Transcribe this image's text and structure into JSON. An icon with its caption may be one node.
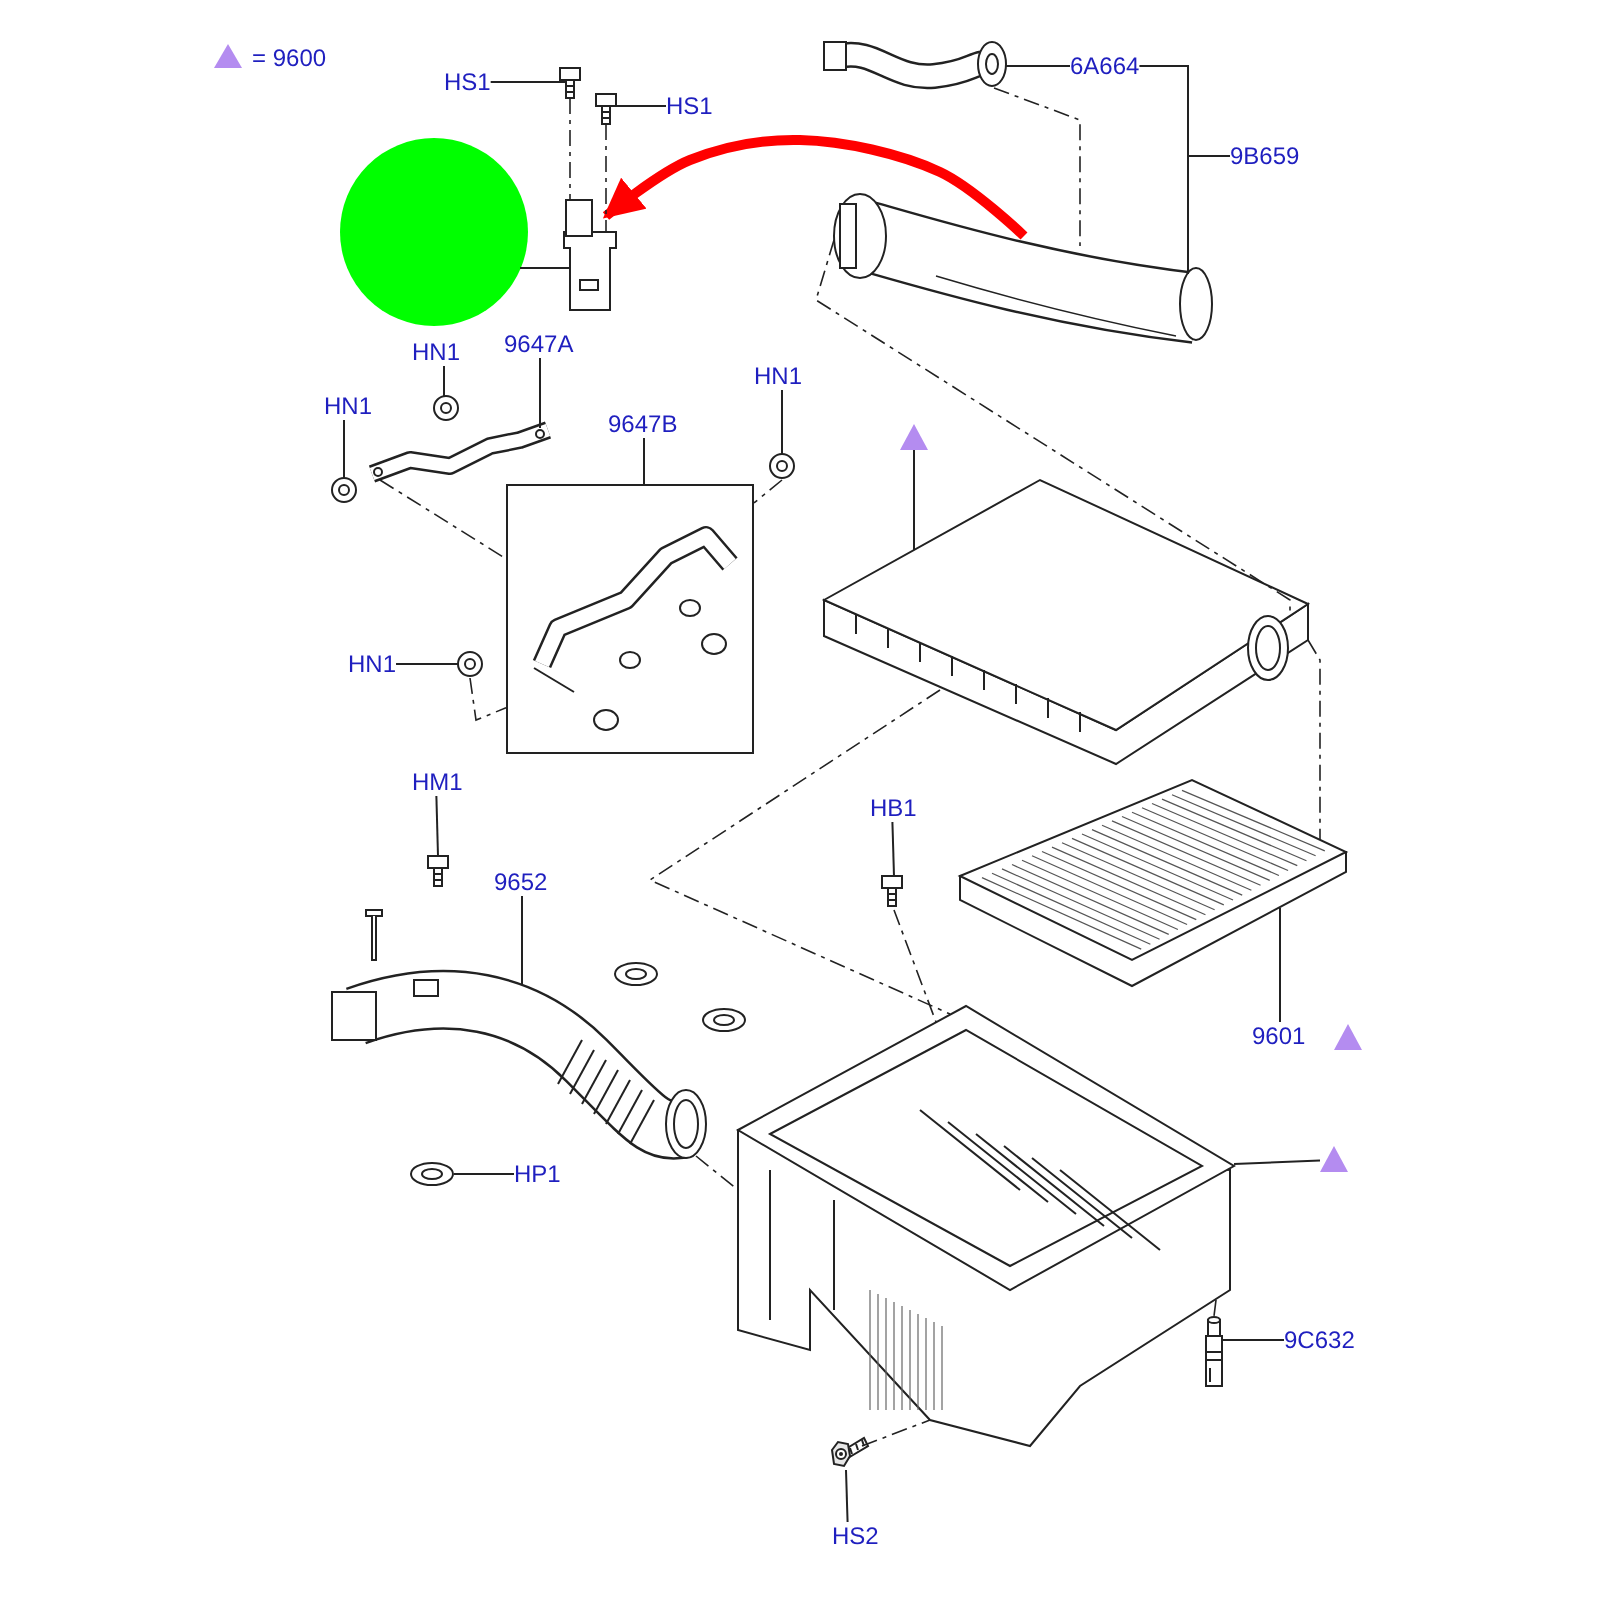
{
  "diagram": {
    "nodes": [
      {
        "text": [
          "HS1"
        ]
      },
      {
        "text": [
          "HS1"
        ]
      },
      {
        "text": [
          "6A664"
        ]
      },
      {
        "text": [
          "9B659"
        ]
      },
      {
        "text": [
          "HN1"
        ]
      },
      {
        "text": [
          "9647A"
        ]
      },
      {
        "text": [
          "HN1"
        ]
      },
      {
        "text": [
          "9647B"
        ]
      },
      {
        "text": [
          "HN1"
        ]
      },
      {
        "text": [
          "HN1"
        ]
      },
      {
        "text": [
          "HM1"
        ]
      },
      {
        "text": [
          "9652"
        ]
      },
      {
        "text": [
          "HB1"
        ]
      },
      {
        "text": [
          "9601"
        ]
      },
      {
        "text": [
          "HP1"
        ]
      },
      {
        "text": [
          "9C632"
        ]
      },
      {
        "text": [
          "HS2"
        ]
      },
      {
        "text": [],
        "shape": "circle"
      },
      {
        "text": [],
        "shape": "picture"
      },
      {
        "text": [],
        "shape": "picture"
      },
      {
        "text": [],
        "shape": "picture"
      },
      {
        "text": [],
        "shape": "picture"
      },
      {
        "text": [],
        "shape": "picture"
      },
      {
        "text": [],
        "shape": "picture"
      },
      {
        "text": [],
        "shape": "picture"
      },
      {
        "text": [],
        "shape": "picture"
      },
      {
        "text": [],
        "shape": "box"
      },
      {
        "text": [],
        "shape": "picture"
      },
      {
        "text": [],
        "shape": "picture"
      },
      {
        "text": [],
        "shape": "picture"
      },
      {
        "text": [],
        "shape": "triangle"
      },
      {
        "text": [],
        "shape": "picture"
      },
      {
        "text": [],
        "shape": "picture"
      },
      {
        "text": [],
        "shape": "picture"
      },
      {
        "text": [],
        "shape": "picture"
      },
      {
        "text": [],
        "shape": "picture"
      },
      {
        "text": [],
        "shape": "picture"
      },
      {
        "text": [],
        "shape": "picture"
      },
      {
        "text": [],
        "shape": "triangle"
      },
      {
        "text": [],
        "shape": "picture"
      },
      {
        "text": [],
        "shape": "picture"
      },
      {
        "text": [],
        "shape": "picture"
      },
      {
        "text": [],
        "shape": "picture"
      }
    ],
    "edges": [
      {
        "from": 0,
        "to": 19,
        "arrow": "none"
      },
      {
        "from": 1,
        "to": 20,
        "arrow": "none"
      },
      {
        "from": 2,
        "to": 21,
        "arrow": "none"
      },
      {
        "from": 3,
        "to": 22,
        "arrow": "none"
      },
      {
        "from": 4,
        "to": 24,
        "arrow": "none"
      },
      {
        "from": 5,
        "to": 23,
        "arrow": "none"
      },
      {
        "from": 6,
        "to": 25,
        "arrow": "none"
      },
      {
        "from": 7,
        "to": 26,
        "arrow": "none"
      },
      {
        "from": 8,
        "to": 27,
        "arrow": "none"
      },
      {
        "from": 9,
        "to": 28,
        "arrow": "none"
      },
      {
        "from": 10,
        "to": 31,
        "arrow": "none"
      },
      {
        "from": 11,
        "to": 32,
        "arrow": "none"
      },
      {
        "from": 12,
        "to": 33,
        "arrow": "none"
      },
      {
        "from": 13,
        "to": 34,
        "arrow": "none"
      },
      {
        "from": 14,
        "to": 36,
        "arrow": "none"
      },
      {
        "from": 15,
        "to": 39,
        "arrow": "none"
      },
      {
        "from": 16,
        "to": 40,
        "arrow": "none"
      },
      {
        "from": 30,
        "to": 29,
        "arrow": "none"
      },
      {
        "from": 38,
        "to": 37,
        "arrow": "none"
      },
      {
        "from": 17,
        "to": 18,
        "arrow": "none"
      },
      {
        "from": 22,
        "to": 18,
        "arrow": "to",
        "style": "thick",
        "color": "#ff0000"
      },
      {
        "from": 3,
        "to": 2,
        "arrow": "none"
      },
      {
        "from": 19,
        "to": 18,
        "arrow": "none",
        "style": "dashed"
      },
      {
        "from": 20,
        "to": 18,
        "arrow": "none",
        "style": "dashed"
      },
      {
        "from": 21,
        "to": 22,
        "arrow": "none",
        "style": "dashed"
      },
      {
        "from": 22,
        "to": 29,
        "arrow": "none",
        "style": "dashed"
      },
      {
        "from": 29,
        "to": 34,
        "arrow": "none",
        "style": "dashed"
      },
      {
        "from": 23,
        "to": 26,
        "arrow": "none",
        "style": "dashed"
      },
      {
        "from": 27,
        "to": 26,
        "arrow": "none",
        "style": "dashed"
      },
      {
        "from": 28,
        "to": 26,
        "arrow": "none",
        "style": "dashed"
      },
      {
        "from": 29,
        "to": 37,
        "arrow": "none",
        "style": "dashed"
      },
      {
        "from": 33,
        "to": 37,
        "arrow": "none",
        "style": "dashed"
      },
      {
        "from": 32,
        "to": 37,
        "arrow": "none",
        "style": "dashed"
      },
      {
        "from": 37,
        "to": 39,
        "arrow": "none",
        "style": "dashed"
      },
      {
        "from": 40,
        "to": 37,
        "arrow": "none",
        "style": "dashed"
      }
    ],
    "legend": [
      {
        "text": "= 9600"
      }
    ]
  }
}
